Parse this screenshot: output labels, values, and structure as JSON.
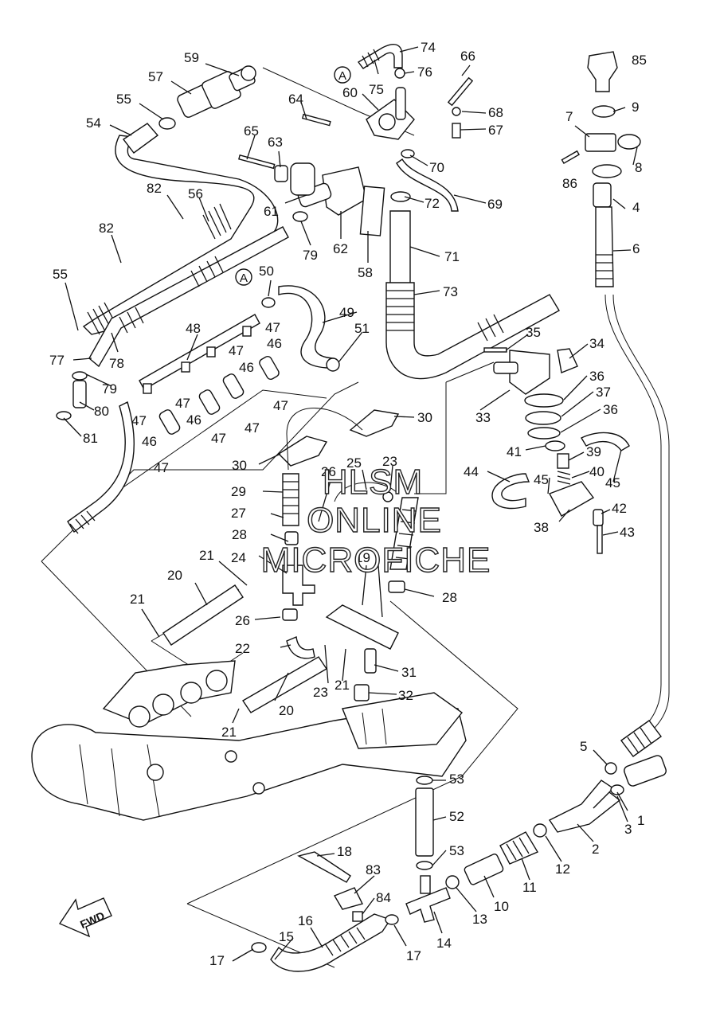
{
  "watermark": {
    "line1": "HLSM",
    "line2": "ONLINE",
    "line3": "MICROFICHE"
  },
  "direction_marker": "FWD",
  "reference_marks": [
    "A",
    "A"
  ],
  "callouts": [
    "1",
    "2",
    "3",
    "4",
    "5",
    "6",
    "7",
    "8",
    "9",
    "10",
    "11",
    "12",
    "13",
    "14",
    "15",
    "16",
    "17",
    "17",
    "18",
    "19",
    "20",
    "20",
    "21",
    "21",
    "21",
    "21",
    "22",
    "23",
    "23",
    "24",
    "25",
    "26",
    "26",
    "27",
    "28",
    "28",
    "29",
    "30",
    "30",
    "31",
    "32",
    "33",
    "34",
    "35",
    "36",
    "36",
    "37",
    "38",
    "39",
    "40",
    "41",
    "42",
    "43",
    "44",
    "45",
    "45",
    "46",
    "46",
    "46",
    "46",
    "47",
    "47",
    "47",
    "47",
    "47",
    "47",
    "47",
    "47",
    "48",
    "49",
    "50",
    "51",
    "52",
    "53",
    "53",
    "54",
    "55",
    "55",
    "56",
    "57",
    "58",
    "59",
    "60",
    "61",
    "62",
    "63",
    "64",
    "65",
    "66",
    "67",
    "68",
    "69",
    "70",
    "71",
    "72",
    "73",
    "74",
    "75",
    "76",
    "77",
    "78",
    "79",
    "79",
    "80",
    "81",
    "82",
    "82",
    "83",
    "84",
    "85",
    "86"
  ]
}
